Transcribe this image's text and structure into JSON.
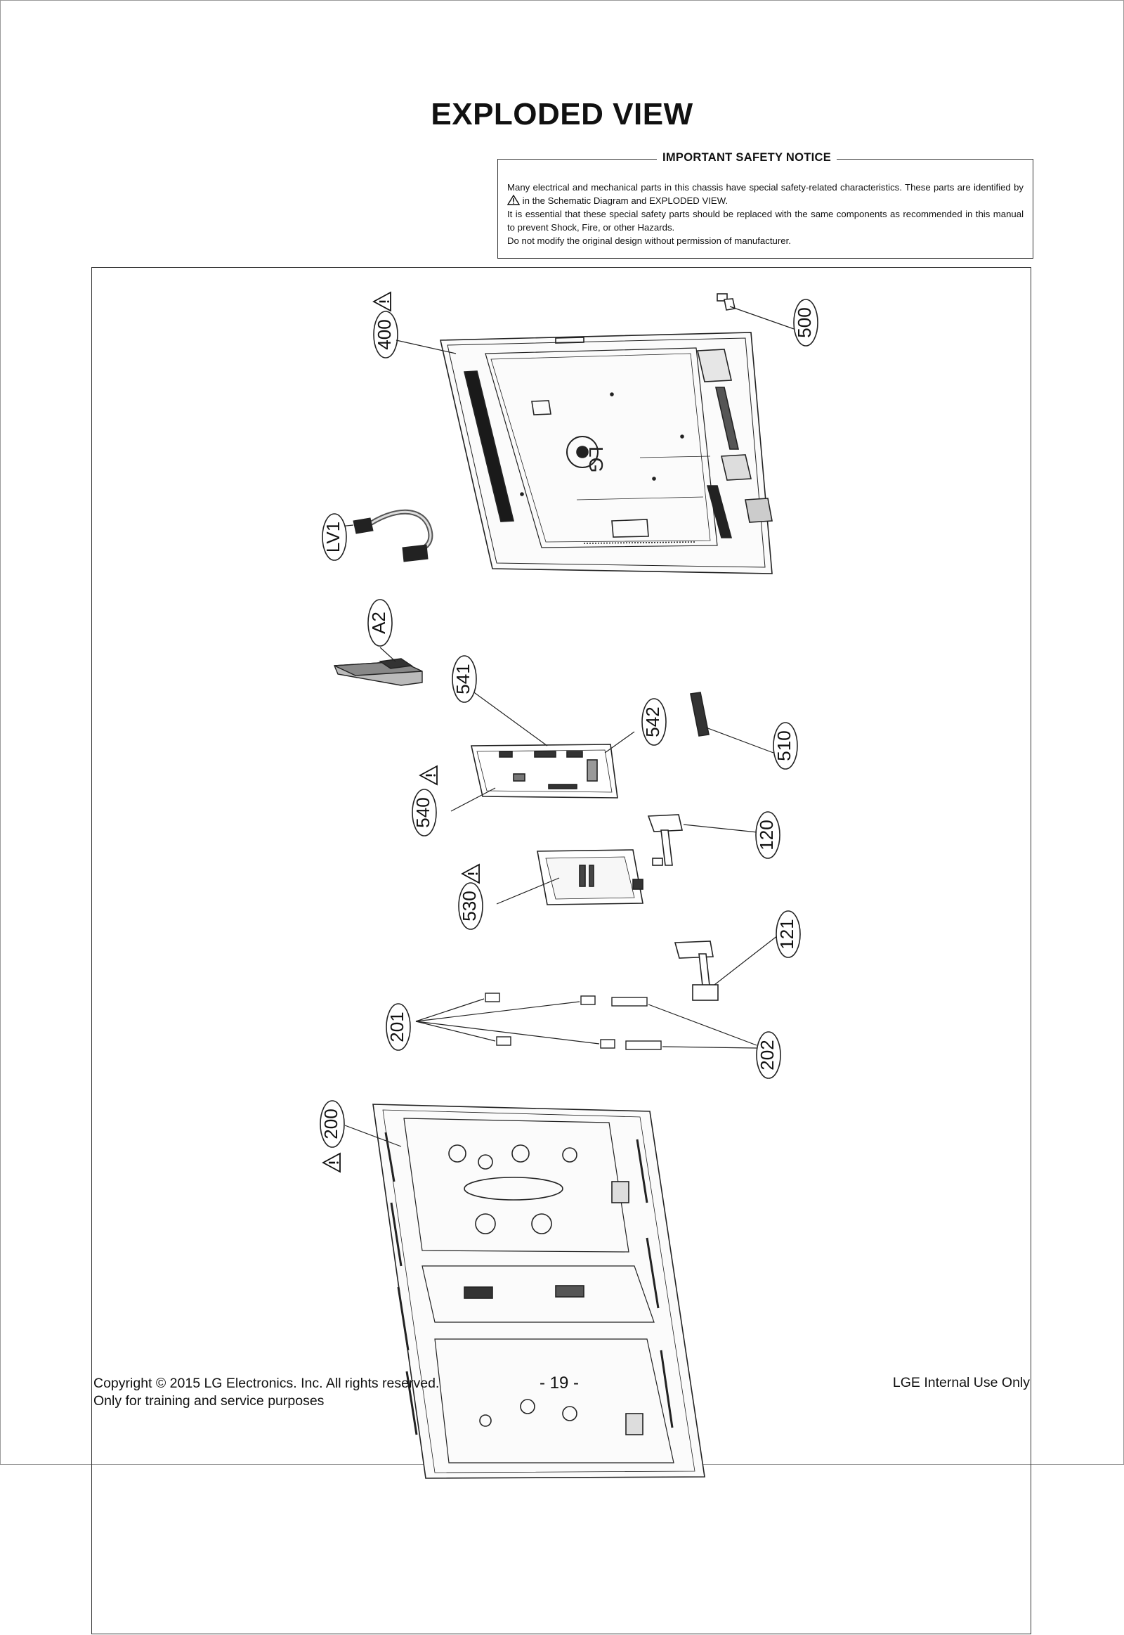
{
  "title": "EXPLODED VIEW",
  "safety_notice": {
    "heading": "IMPORTANT SAFETY NOTICE",
    "line1_a": "Many electrical and mechanical parts in this chassis have special safety-related characteristics. These parts are identified by",
    "line1_b": "in the Schematic Diagram and EXPLODED VIEW.",
    "line2": "It is essential that these special safety parts should be replaced with the same components as recommended in this manual to prevent Shock, Fire, or other Hazards.",
    "line3": "Do not modify the original design without permission of manufacturer.",
    "warning_icon": "warning-triangle-icon"
  },
  "diagram": {
    "logo_text": "LG",
    "callouts": {
      "c400": "400",
      "c500": "500",
      "lv1": "LV1",
      "a2": "A2",
      "c541": "541",
      "c542": "542",
      "c510": "510",
      "c540": "540",
      "c120": "120",
      "c530": "530",
      "c121": "121",
      "c201": "201",
      "c202": "202",
      "c200": "200"
    },
    "safety_marked_parts": [
      "400",
      "540",
      "530",
      "200"
    ]
  },
  "footer": {
    "copyright": "Copyright  © 2015  LG Electronics. Inc. All rights reserved.",
    "purpose": "Only for training and service purposes",
    "page_number": "- 19 -",
    "internal": "LGE Internal Use Only"
  }
}
